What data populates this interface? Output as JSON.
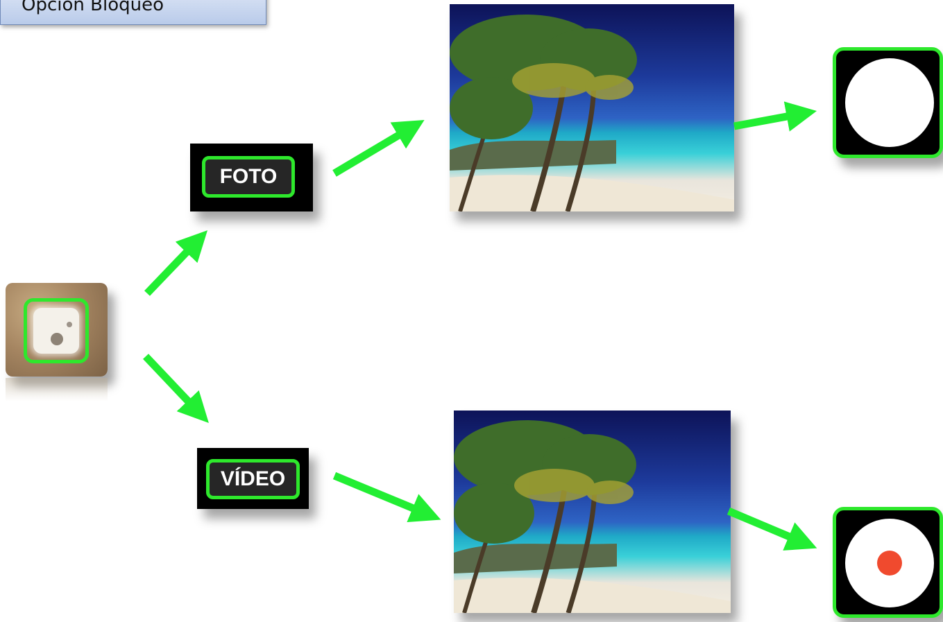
{
  "title": "Opción Bloqueo",
  "modes": {
    "photo_label": "FOTO",
    "video_label": "VÍDEO"
  },
  "colors": {
    "highlight": "#2ee82c",
    "arrow": "#22ee33",
    "record_dot": "#f04a2e",
    "title_box": "#c9d6ef"
  },
  "icons": {
    "camera_app": "camera-app-icon",
    "photo_shutter": "photo-shutter-icon",
    "video_shutter": "video-record-icon"
  }
}
